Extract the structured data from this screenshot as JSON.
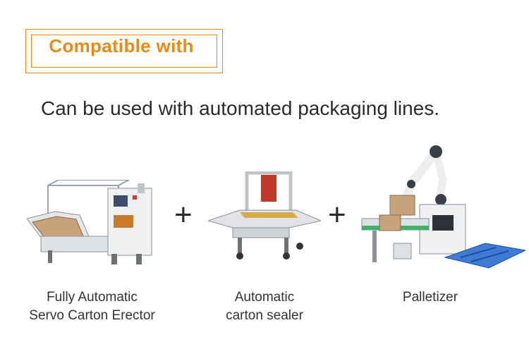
{
  "header": {
    "badge_title": "Compatible with",
    "subtitle": "Can be used with automated packaging lines."
  },
  "operator": "+",
  "machines": [
    {
      "caption_line1": "Fully Automatic",
      "caption_line2": "Servo Carton Erector"
    },
    {
      "caption_line1": "Automatic",
      "caption_line2": "carton sealer"
    },
    {
      "caption_line1": "Palletizer",
      "caption_line2": ""
    }
  ],
  "colors": {
    "accent": "#e98a16",
    "text": "#2b2b2b",
    "pallet": "#3f7bd6",
    "green": "#3fb26a"
  }
}
